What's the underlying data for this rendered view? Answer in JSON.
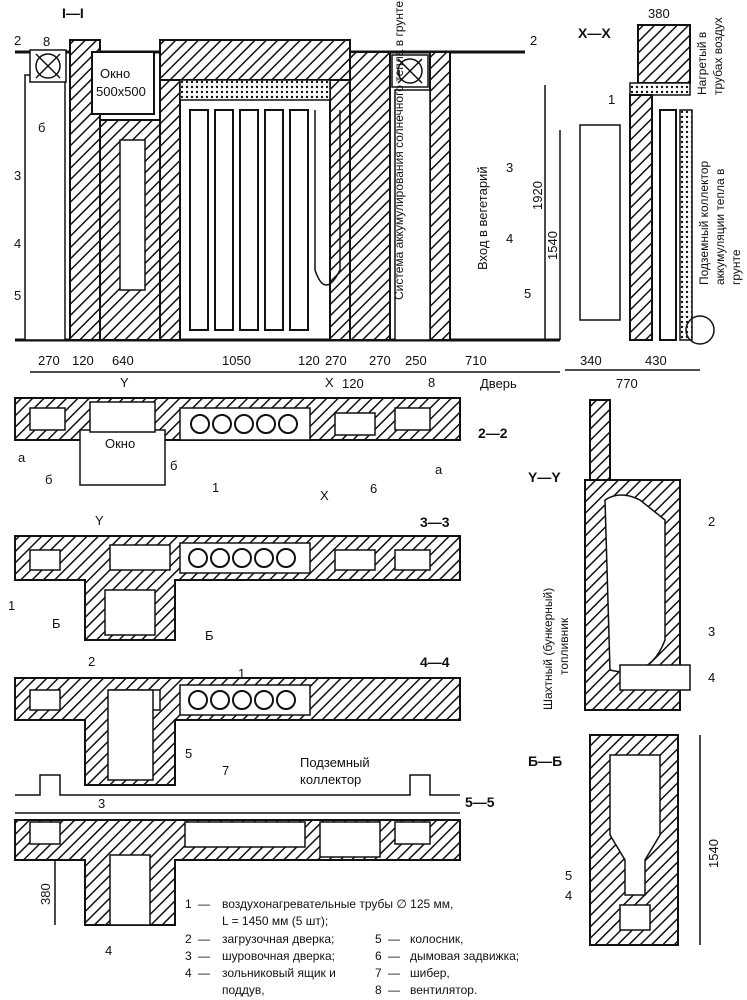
{
  "sections": {
    "s11": "I—I",
    "xx": "X—X",
    "s22": "2—2",
    "s33": "3—3",
    "s44": "4—4",
    "s55": "5—5",
    "yy": "Y—Y",
    "bb": "Б—Б"
  },
  "labels": {
    "window_big": "Окно",
    "window_size": "500x500",
    "window_small": "Окно",
    "solar_system": "Система аккумулирования солнечного тепла в грунте",
    "entrance": "Вход в вегетарий",
    "heated_air": [
      "Нагретый в",
      "трубах воздух"
    ],
    "collector_xx": [
      "Подземный коллектор",
      "аккумуляции тепла в",
      "грунте"
    ],
    "firebox": [
      "Шахтный (бункерный)",
      "топливник"
    ],
    "collector": [
      "Подземный",
      "коллектор"
    ],
    "door": "Дверь"
  },
  "markers": {
    "n1": "1",
    "n2": "2",
    "n3": "3",
    "n4": "4",
    "n5": "5",
    "n6": "6",
    "n7": "7",
    "n8": "8",
    "b6": "б",
    "a": "а",
    "Y": "Y",
    "X": "X",
    "B": "Б"
  },
  "dimensions": {
    "plan": [
      "270",
      "120",
      "640",
      "1050",
      "120",
      "270",
      "270",
      "250",
      "710"
    ],
    "plan_120": "120",
    "xx_top": "380",
    "xx_h1": "1920",
    "xx_h2": "1540",
    "xx_bottom": [
      "340",
      "430"
    ],
    "xx_total": "770",
    "bb_h": "1540",
    "s55_h": "380"
  },
  "legend": [
    {
      "num": "1",
      "text": "воздухонагревательные трубы ∅ 125 мм,",
      "text2": "L = 1450 мм (5 шт);"
    },
    {
      "num": "2",
      "text": "загрузочная дверка;"
    },
    {
      "num": "3",
      "text": "шуровочная дверка;"
    },
    {
      "num": "4",
      "text": "зольниковый ящик и",
      "text2": "поддув,"
    },
    {
      "num": "5",
      "text": "колосник,"
    },
    {
      "num": "6",
      "text": "дымовая задвижка;"
    },
    {
      "num": "7",
      "text": "шибер,"
    },
    {
      "num": "8",
      "text": "вентилятор."
    }
  ]
}
